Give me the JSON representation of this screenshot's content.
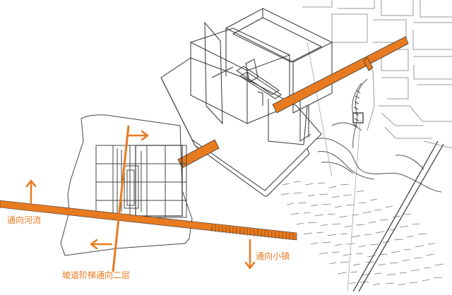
{
  "labels": {
    "to_river": "通向河流",
    "to_town": "通向小镇",
    "ramp_stairs": "坡道阶梯通向二层"
  },
  "colors": {
    "accent_orange": "#e87a1f",
    "line_dark": "#333333",
    "line_light": "#8a8a8a",
    "paper": "#ffffff"
  }
}
